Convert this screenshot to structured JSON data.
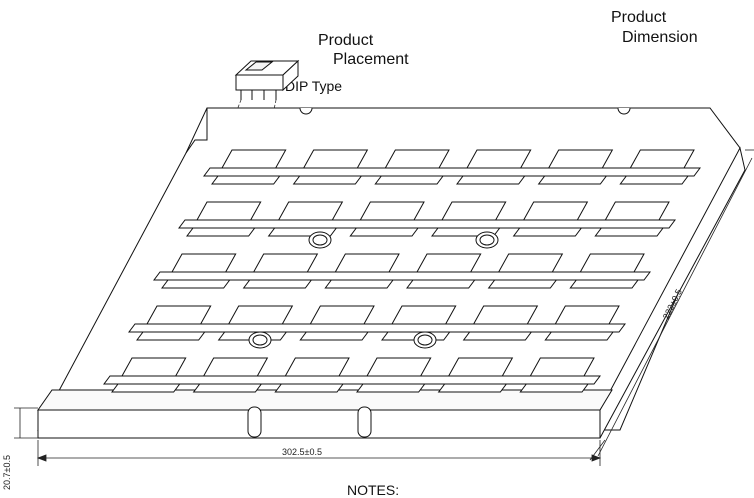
{
  "labels": {
    "product_placement_line1": "Product",
    "product_placement_line2": "Placement",
    "product_dimension_line1": "Product",
    "product_dimension_line2": "Dimension",
    "dip_type": "DIP Type",
    "notes": "NOTES:"
  },
  "dimensions": {
    "length": "302.5±0.5",
    "width": "222±0.5",
    "height": "20.7±0.5"
  },
  "tray": {
    "rows": 5,
    "pockets_per_row": 6,
    "locating_holes": 4
  }
}
